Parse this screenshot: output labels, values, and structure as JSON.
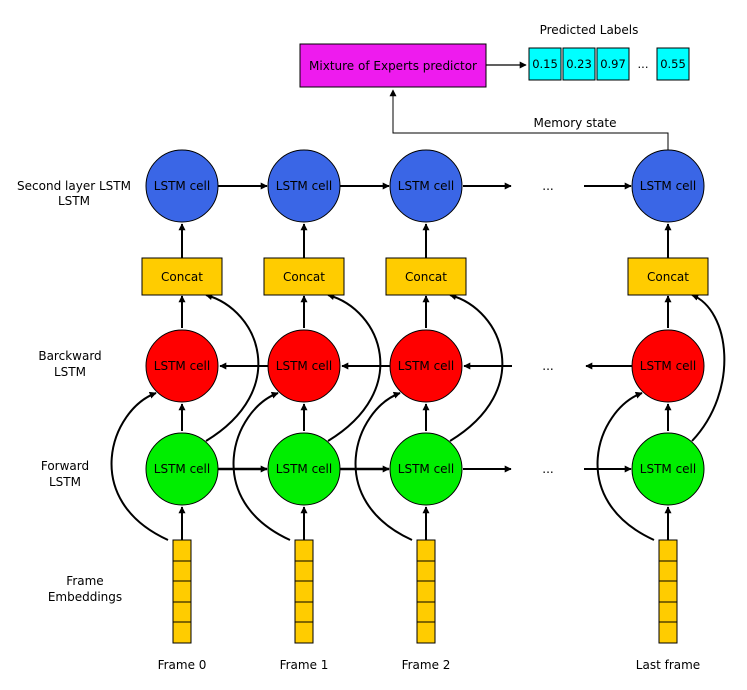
{
  "colors": {
    "moe": "#ee1bee",
    "label_box": "#00ffff",
    "second_layer": "#3a66e6",
    "backward": "#ff0000",
    "forward": "#00ee00",
    "concat": "#ffcc00",
    "embedding": "#ffcc00",
    "stroke": "#000000"
  },
  "moe": {
    "label": "Mixture of Experts predictor"
  },
  "predicted_labels": {
    "title": "Predicted Labels",
    "values": [
      "0.15",
      "0.23",
      "0.97",
      "...",
      "0.55"
    ]
  },
  "memory_state": "Memory state",
  "row_labels": {
    "second_layer_line1": "Second layer LSTM",
    "second_layer_line2": "LSTM",
    "backward_line1": "Barckward",
    "backward_line2": "LSTM",
    "forward_line1": "Forward",
    "forward_line2": "LSTM",
    "embeddings_line1": "Frame",
    "embeddings_line2": "Embeddings"
  },
  "cell_label": "LSTM cell",
  "concat_label": "Concat",
  "ellipsis": "...",
  "frames": [
    "Frame 0",
    "Frame 1",
    "Frame 2",
    "Last frame"
  ]
}
